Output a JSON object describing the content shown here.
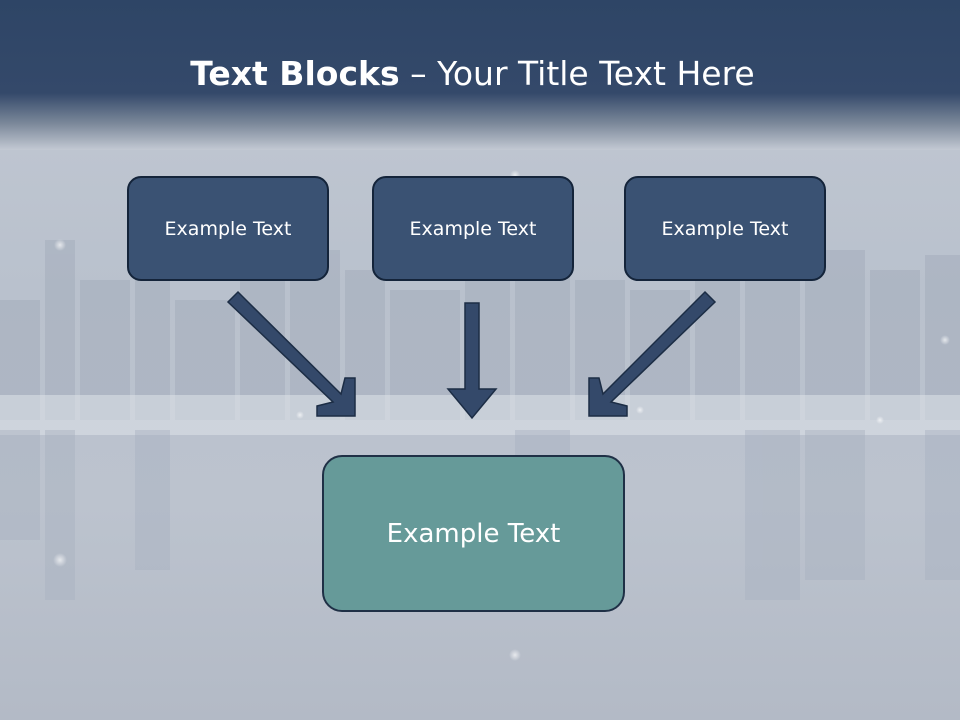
{
  "slide": {
    "title_bold": "Text Blocks",
    "title_dash": " – ",
    "title_rest": "Your Title Text Here"
  },
  "diagram": {
    "top_boxes": [
      {
        "label": "Example Text"
      },
      {
        "label": "Example Text"
      },
      {
        "label": "Example Text"
      }
    ],
    "bottom_box": {
      "label": "Example Text"
    }
  },
  "colors": {
    "header": "#34496a",
    "top_box_fill": "#3a5273",
    "bottom_box_fill": "#669a99",
    "arrow": "#34496a"
  },
  "icons": [
    "arrow-down-right-icon",
    "arrow-down-icon",
    "arrow-down-left-icon"
  ]
}
